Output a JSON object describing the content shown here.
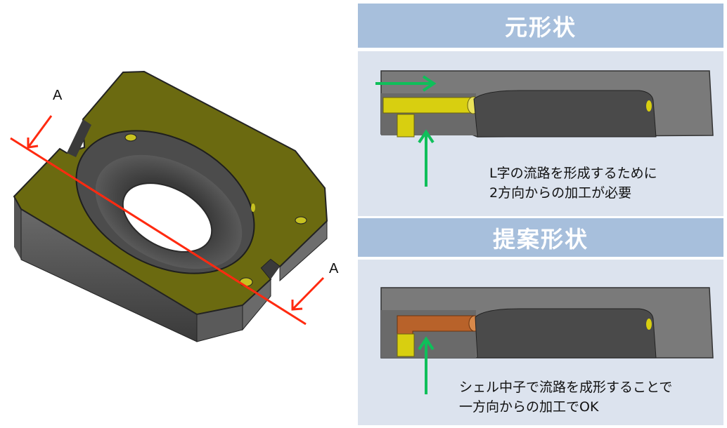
{
  "left_figure": {
    "section_label_top": "A",
    "section_label_bottom": "A"
  },
  "original_panel": {
    "title": "元形状",
    "caption_line1": "L字の流路を形成するために",
    "caption_line2": "2方向からの加工が必要"
  },
  "proposed_panel": {
    "title": "提案形状",
    "caption_line1": "シェル中子で流路を成形することで",
    "caption_line2": "一方向からの加工でOK"
  },
  "colors": {
    "header_blue": "#a7bfdc",
    "panel_bg": "#dce3ee",
    "part_top": "#6b6a10",
    "part_side": "#4a4a4a",
    "section_line": "#ff2a10",
    "arrow_green": "#0fbf5a",
    "channel_yellow": "#d8cf10",
    "channel_copper": "#b8622a"
  }
}
